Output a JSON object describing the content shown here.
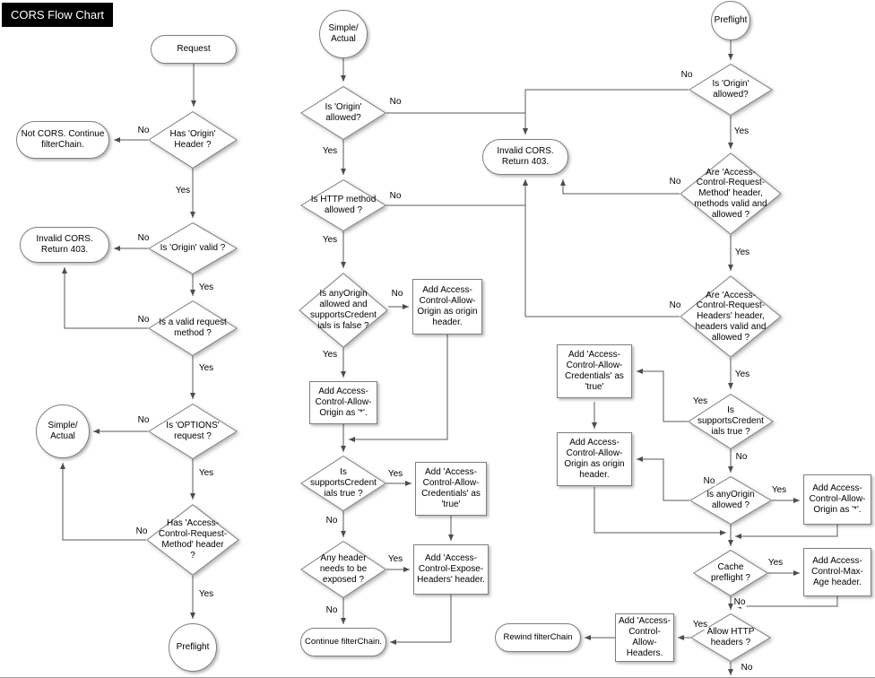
{
  "title": "CORS Flow Chart",
  "labels": {
    "yes": "Yes",
    "no": "No"
  },
  "left": {
    "request": "Request",
    "has_origin_header": "Has 'Origin'\nHeader ?",
    "not_cors": "Not CORS. Continue\nfilterChain.",
    "is_origin_valid": "Is 'Origin' valid ?",
    "invalid_cors": "Invalid CORS.\nReturn 403.",
    "is_valid_method": "Is a valid request\nmethod ?",
    "is_options": "Is 'OPTIONS'\nrequest ?",
    "simple_actual": "Simple/\nActual",
    "has_acrm_header": "Has 'Access-\nControl-Request-\nMethod' header\n?",
    "preflight": "Preflight"
  },
  "middle": {
    "simple_actual": "Simple/\nActual",
    "is_origin_allowed": "Is 'Origin'\nallowed?",
    "invalid_cors": "Invalid CORS.\nReturn 403.",
    "is_http_method_allowed": "Is HTTP method\nallowed ?",
    "anyorigin_credentials_false": "Is anyOrigin\nallowed and\nsupportsCredent\nials is false ?",
    "add_acao_origin": "Add Access-\nControl-Allow-\nOrigin as origin\nheader.",
    "add_acao_star": "Add Access-\nControl-Allow-\nOrigin as '*'.",
    "is_supports_credentials": "Is\nsupportsCredent\nials true ?",
    "add_acac_true": "Add 'Access-\nControl-Allow-\nCredentials' as\n'true'",
    "any_header_exposed": "Any header\nneeds to be\nexposed ?",
    "add_expose_headers": "Add 'Access-\nControl-Expose-\nHeaders' header.",
    "continue_filterchain": "Continue filterChain."
  },
  "right": {
    "preflight": "Preflight",
    "is_origin_allowed": "Is 'Origin'\nallowed?",
    "acrm_valid_allowed": "Are 'Access-\nControl-Request-\nMethod' header,\nmethods valid and\nallowed ?",
    "acrh_valid_allowed": "Are 'Access-\nControl-Request-\nHeaders' header,\nheaders valid and\nallowed ?",
    "add_acac_true": "Add 'Access-\nControl-Allow-\nCredentials' as\n'true'",
    "is_supports_credentials": "Is\nsupportsCredent\nials true ?",
    "add_acao_origin": "Add Access-\nControl-Allow-\nOrigin as origin\nheader.",
    "is_anyorigin_allowed": "Is anyOrigin\nallowed ?",
    "add_acao_star": "Add Access-\nControl-Allow-\nOrigin as '*'.",
    "cache_preflight": "Cache\npreflight ?",
    "add_max_age": "Add Access-\nControl-Max-\nAge header.",
    "allow_http_headers": "Allow HTTP\nheaders ?",
    "add_allow_headers": "Add 'Access-\nControl-\nAllow-\nHeaders.",
    "rewind_filterchain": "Rewind filterChain"
  }
}
